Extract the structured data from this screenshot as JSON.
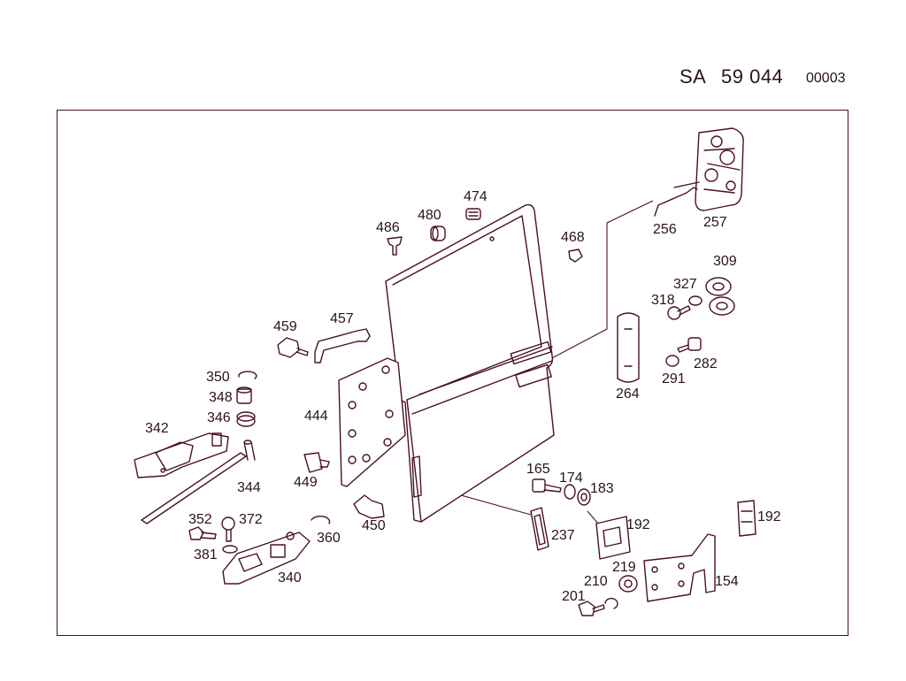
{
  "header": {
    "code": "SA",
    "number": "59 044",
    "sheet": "00003"
  },
  "callouts": [
    {
      "id": "474",
      "text": "474"
    },
    {
      "id": "486",
      "text": "486"
    },
    {
      "id": "480",
      "text": "480"
    },
    {
      "id": "468",
      "text": "468"
    },
    {
      "id": "256",
      "text": "256"
    },
    {
      "id": "257",
      "text": "257"
    },
    {
      "id": "309",
      "text": "309"
    },
    {
      "id": "327",
      "text": "327"
    },
    {
      "id": "318",
      "text": "318"
    },
    {
      "id": "282",
      "text": "282"
    },
    {
      "id": "291",
      "text": "291"
    },
    {
      "id": "264",
      "text": "264"
    },
    {
      "id": "459",
      "text": "459"
    },
    {
      "id": "457",
      "text": "457"
    },
    {
      "id": "350",
      "text": "350"
    },
    {
      "id": "348",
      "text": "348"
    },
    {
      "id": "346",
      "text": "346"
    },
    {
      "id": "444",
      "text": "444"
    },
    {
      "id": "342",
      "text": "342"
    },
    {
      "id": "344",
      "text": "344"
    },
    {
      "id": "449",
      "text": "449"
    },
    {
      "id": "352",
      "text": "352"
    },
    {
      "id": "372",
      "text": "372"
    },
    {
      "id": "360",
      "text": "360"
    },
    {
      "id": "450",
      "text": "450"
    },
    {
      "id": "381",
      "text": "381"
    },
    {
      "id": "340",
      "text": "340"
    },
    {
      "id": "165",
      "text": "165"
    },
    {
      "id": "174",
      "text": "174"
    },
    {
      "id": "183",
      "text": "183"
    },
    {
      "id": "237",
      "text": "237"
    },
    {
      "id": "192a",
      "text": "192"
    },
    {
      "id": "192b",
      "text": "192"
    },
    {
      "id": "219",
      "text": "219"
    },
    {
      "id": "210",
      "text": "210"
    },
    {
      "id": "201",
      "text": "201"
    },
    {
      "id": "154",
      "text": "154"
    }
  ]
}
